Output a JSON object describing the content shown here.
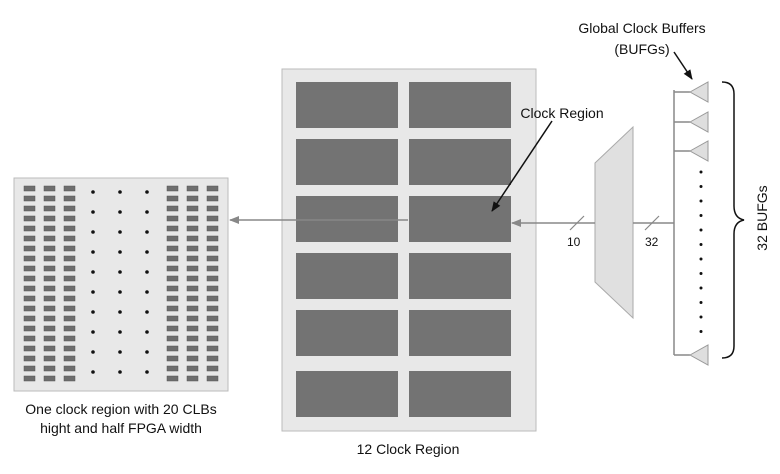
{
  "labels": {
    "global_clock_buffers": "Global Clock Buffers",
    "bufgs_paren": "(BUFGs)",
    "clock_region": "Clock Region",
    "bus_width_right": "32",
    "bus_width_left": "10",
    "bufg_count": "32 BUFGs",
    "twelve_clock_region": "12 Clock Region",
    "caption_line1": "One clock region with 20 CLBs",
    "caption_line2": "hight and half FPGA width"
  },
  "colors": {
    "region_panel": "#e8e8e8",
    "region_block": "#737373",
    "clb_cell": "#6e6e6e",
    "buffer_fill": "#dedede",
    "line": "#888888"
  }
}
